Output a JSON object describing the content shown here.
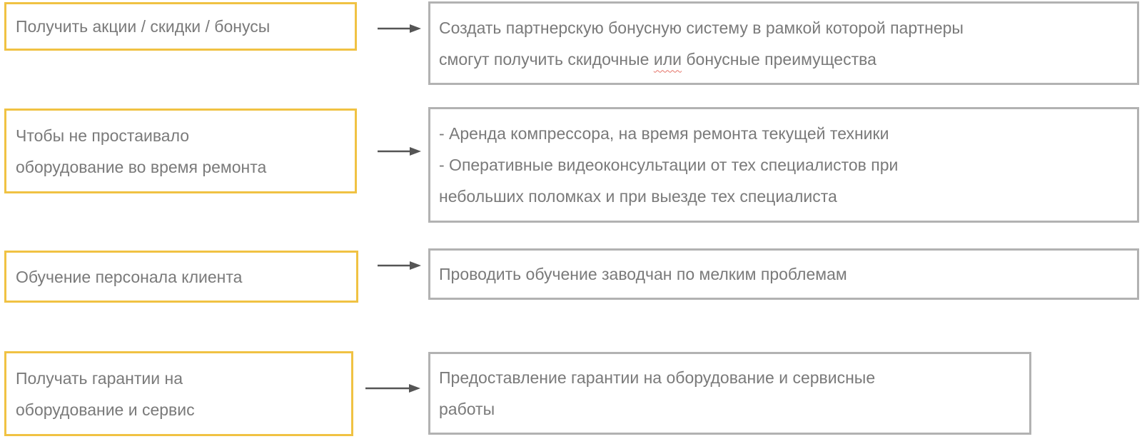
{
  "colors": {
    "need_border": "#F0C243",
    "solution_border": "#B2B2B2",
    "text": "#7a7a7a",
    "arrow": "#555555",
    "spellcheck": "#E57368"
  },
  "rows": [
    {
      "need": "Получить акции / скидки / бонусы",
      "solution": {
        "line1": "Создать партнерскую бонусную систему в рамкой которой партнеры",
        "line2_before": "смогут получить скидочные ",
        "line2_misspelled": "или",
        "line2_after": " бонусные преимущества"
      }
    },
    {
      "need": {
        "line1": "Чтобы не простаивало",
        "line2": "оборудование во время ремонта"
      },
      "solution": {
        "line1": "- Аренда компрессора, на время ремонта текущей техники",
        "line2": "- Оперативные видеоконсультации от тех специалистов при",
        "line3": "небольших поломках и при выезде тех специалиста"
      }
    },
    {
      "need": "Обучение персонала клиента",
      "solution": "Проводить обучение заводчан по мелким проблемам"
    },
    {
      "need": {
        "line1": "Получать гарантии на",
        "line2": "оборудование и сервис"
      },
      "solution": {
        "line1": "Предоставление гарантии на оборудование и сервисные",
        "line2": "работы"
      }
    }
  ]
}
